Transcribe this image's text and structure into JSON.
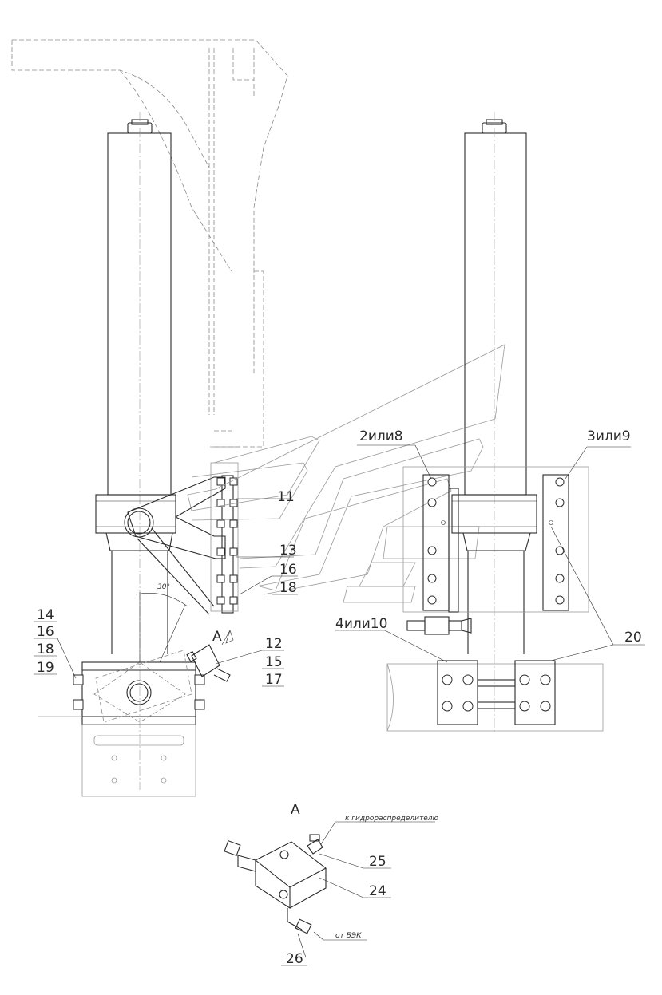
{
  "labels": {
    "l2_8": "2или8",
    "l3_9": "3или9",
    "l4_10": "4или10",
    "l11": "11",
    "l13": "13",
    "l16a": "16",
    "l18a": "18",
    "l14": "14",
    "l16b": "16",
    "l18b": "18",
    "l19": "19",
    "l12": "12",
    "l15": "15",
    "l17": "17",
    "l20": "20",
    "lA_top": "A",
    "lA_detail": "A",
    "l25": "25",
    "l24": "24",
    "l26": "26",
    "angle": "30°",
    "to_distributor": "к гидрораспределителю",
    "from_bek": "от БЭК"
  }
}
